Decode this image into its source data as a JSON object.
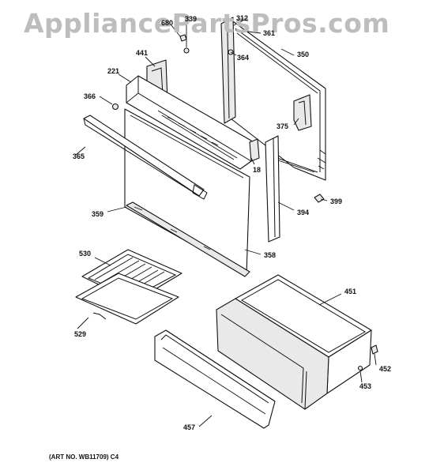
{
  "watermark": "AppliancePartsPros.com",
  "art_number": "(ART NO. WB11709) C4",
  "labels": {
    "p680": "680",
    "p339": "339",
    "p312": "312",
    "p361": "361",
    "p441": "441",
    "p364": "364",
    "p350": "350",
    "p221": "221",
    "p366": "366",
    "p375": "375",
    "p365": "365",
    "p18": "18",
    "p399": "399",
    "p359": "359",
    "p394": "394",
    "p530": "530",
    "p358": "358",
    "p451": "451",
    "p529": "529",
    "p452": "452",
    "p453": "453",
    "p457": "457"
  }
}
